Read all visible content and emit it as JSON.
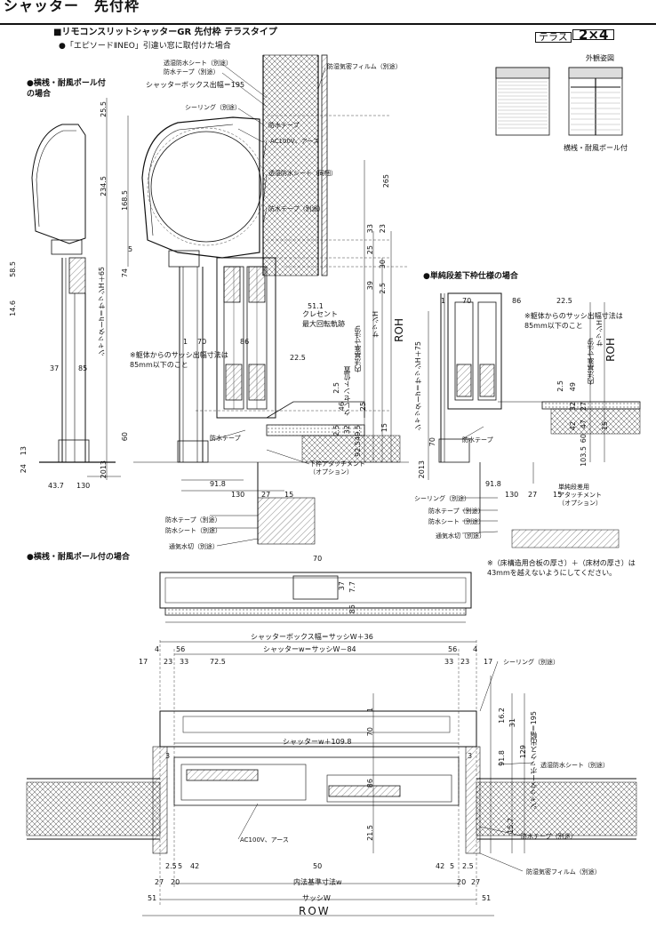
{
  "header": {
    "title": "シャッター　先付枠",
    "subtitle": "■リモコンスリットシャッターGR 先付枠 テラスタイプ",
    "note_window": "●「エピソードⅡNEO」引違い窓に取付けた場合",
    "terrace_label": "テラス",
    "terrace_size": "2×4",
    "appearance_label": "外観姿図",
    "appearance_sub": "横桟・耐風ポール付"
  },
  "sections": {
    "top_left": "●横桟・耐風ポール付\nの場合",
    "right_mid": "●単純段差下枠仕様の場合",
    "bottom": "●横桟・耐風ポール付の場合"
  },
  "callouts": {
    "moisture_sheet_sep": "透湿防水シート（別途）",
    "waterproof_tape_sep": "防水テープ（別途）",
    "box_depth": "シャッターボックス出幅＝195",
    "vapor_film": "防湿気密フィルム（別途）",
    "sealing": "シーリング（別途）",
    "waterproof_tape": "防水テープ",
    "ac100v": "AC100V、アース",
    "moisture_sheet_same": "透湿防水シート（同梱）",
    "crescent_pos": "クレセント\n最大回転軌跡",
    "crescent_pos2": "クレセント位置",
    "sash_protrusion": "※躯体からのサッシ出幅寸法は\n85mm以下のこと",
    "lower_attach": "下枠アタッチメント\n（オプション）",
    "waterproof_sheet_sep": "防水シート（別途）",
    "vent_sep": "通気水切（別途）",
    "step_attach": "単純段差用\nアタッチメント\n（オプション）",
    "floor_note": "※（床構造用合板の厚さ）＋（床材の厚さ）は\n43mmを越えないようにしてください。",
    "box_width": "シャッターボックス幅＝サッシW＋36",
    "shutter_w": "シャッターw＝サッシW－84",
    "shutter_w2": "シャッターw＋109.8",
    "inner_std_w": "内法基準寸法w",
    "sash_w": "サッシW",
    "row": "ROW",
    "roh": "ROH",
    "sash_h": "サッシH",
    "inner_std_h": "内法基準寸法h",
    "shutter_h": "シャッターh＝サッシH＋65",
    "shutter_h2": "シャッターh＝サッシH＋75",
    "ac100v_b": "AC100V、アース",
    "vapor_film_b": "防湿気密フィルム（別途）",
    "moisture_sheet_b": "透湿防水シート（別途）",
    "waterproof_tape_b": "防水テープ（別途）",
    "box_depth_b": "シャッターボックス出幅＝195",
    "sealing_b": "シーリング（別途）"
  },
  "dims": {
    "v_25_5": "25.5",
    "v_234_5": "234.5",
    "v_168_5": "168.5",
    "v_58_5": "58.5",
    "v_14_6": "14.6",
    "v_74": "74",
    "v_265": "265",
    "v_33": "33",
    "v_23": "23",
    "v_25": "25",
    "v_30": "30",
    "v_39": "39",
    "v_2_5": "2.5",
    "v_51_1": "51.1",
    "v_46": "46",
    "v_32": "32",
    "v_49_5": "49.5",
    "v_92_5": "92.5",
    "v_15": "15",
    "v_60": "60",
    "v_2013": "2013",
    "v_24": "24",
    "v_13": "13",
    "h_5": "5",
    "h_1": "1",
    "h_70": "70",
    "h_86": "86",
    "h_22_5": "22.5",
    "h_37": "37",
    "h_85": "85",
    "h_43_7": "43.7",
    "h_130": "130",
    "h_91_8": "91.8",
    "h_27": "27",
    "r_49": "49",
    "r_47": "47",
    "r_103_5": "103.5",
    "r_27": "27",
    "r_42": "42",
    "b_70": "70",
    "b_37": "37",
    "b_7_7": "7.7",
    "b_85": "85",
    "b_4": "4",
    "b_56": "56",
    "b_17": "17",
    "b_23": "23",
    "b_33": "33",
    "b_72_5": "72.5",
    "b_16_2": "16.2",
    "b_31": "31",
    "b_91_8": "91.8",
    "b_129": "129",
    "b_3": "3",
    "b_21_5": "21.5",
    "b_15_7": "15.7",
    "b_2_5": "2.5",
    "b_5": "5",
    "b_42": "42",
    "b_50": "50",
    "b_27": "27",
    "b_20": "20",
    "b_51": "51"
  }
}
